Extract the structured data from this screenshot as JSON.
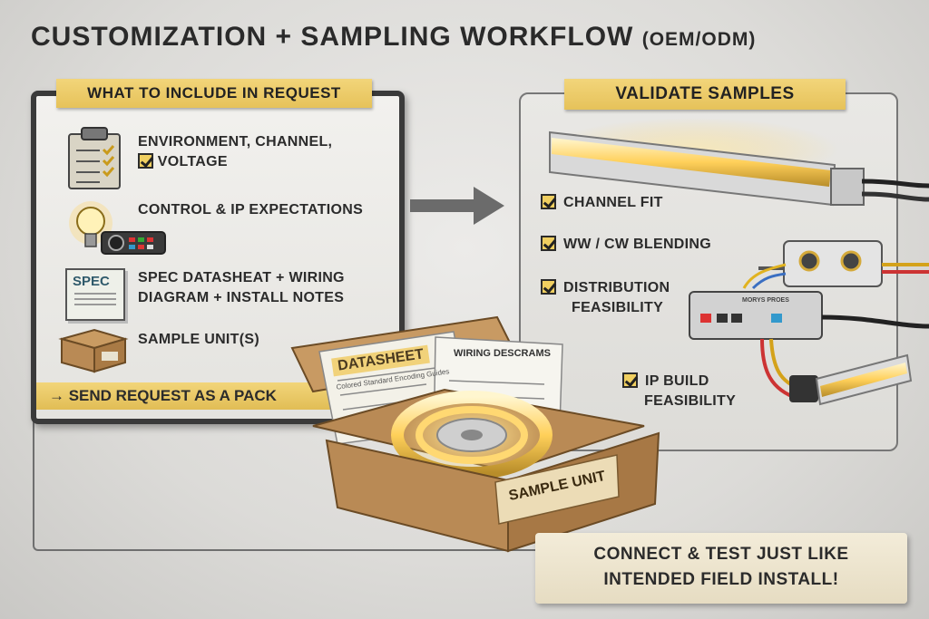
{
  "header": {
    "title": "CUSTOMIZATION + SAMPLING WORKFLOW",
    "subtitle": "(OEM/ODM)"
  },
  "request_panel": {
    "banner": "WHAT TO INCLUDE IN REQUEST",
    "items": [
      {
        "line1": "ENVIRONMENT, CHANNEL,",
        "line2": "VOLTAGE",
        "icon": "clipboard-icon"
      },
      {
        "line1": "CONTROL & IP EXPECTATIONS",
        "line2": "",
        "icon": "lightbulb-controller-icon"
      },
      {
        "line1": "SPEC DATASHEAT + WIRING",
        "line2": "DIAGRAM + INSTALL NOTES",
        "icon": "spec-sheet-icon",
        "icon_text": "SPEC"
      },
      {
        "line1": "SAMPLE UNIT(S)",
        "line2": "",
        "icon": "box-icon"
      }
    ],
    "send_bar": "→ SEND REQUEST AS A PACK"
  },
  "sample_box": {
    "datasheet_label": "DATASHEET",
    "datasheet_sub": "Colored Standard Encoding Guides",
    "wiring_label": "WIRING DESCRAMS",
    "box_label": "SAMPLE UNIT"
  },
  "validate_panel": {
    "banner": "VALIDATE SAMPLES",
    "checks": [
      {
        "line1": "CHANNEL FIT",
        "line2": ""
      },
      {
        "line1": "WW / CW BLENDING",
        "line2": ""
      },
      {
        "line1": "DISTRIBUTION",
        "line2": "FEASIBILITY"
      },
      {
        "line1": "IP BUILD",
        "line2": "FEASIBILITY"
      }
    ],
    "controller_label": "MORYS PROES"
  },
  "footer": {
    "line1": "CONNECT & TEST JUST LIKE",
    "line2": "INTENDED FIELD INSTALL!"
  },
  "colors": {
    "accent_gold": "#e6c25a",
    "frame_dark": "#3a3a3a",
    "led_glow": "#ffd872",
    "cardboard": "#b98a55"
  }
}
